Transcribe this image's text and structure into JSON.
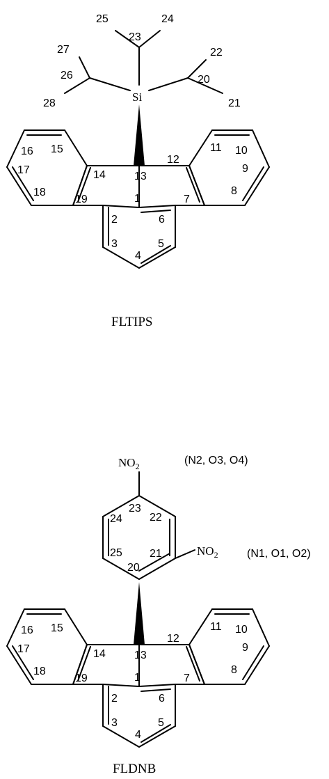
{
  "fltips": {
    "caption": "FLTIPS",
    "si_label": "Si",
    "labels": [
      "1",
      "2",
      "3",
      "4",
      "5",
      "6",
      "7",
      "8",
      "9",
      "10",
      "11",
      "12",
      "13",
      "14",
      "15",
      "16",
      "17",
      "18",
      "19",
      "20",
      "21",
      "22",
      "23",
      "24",
      "25",
      "26",
      "27",
      "28"
    ]
  },
  "fldnb": {
    "caption": "FLDNB",
    "nitro_top": "NO",
    "nitro_side": "NO",
    "subscript": "2",
    "group_top": "(N2, O3, O4)",
    "group_side": "(N1, O1, O2)",
    "labels": [
      "1",
      "2",
      "3",
      "4",
      "5",
      "6",
      "7",
      "8",
      "9",
      "10",
      "11",
      "12",
      "13",
      "14",
      "15",
      "16",
      "17",
      "18",
      "19",
      "20",
      "21",
      "22",
      "23",
      "24",
      "25"
    ]
  }
}
